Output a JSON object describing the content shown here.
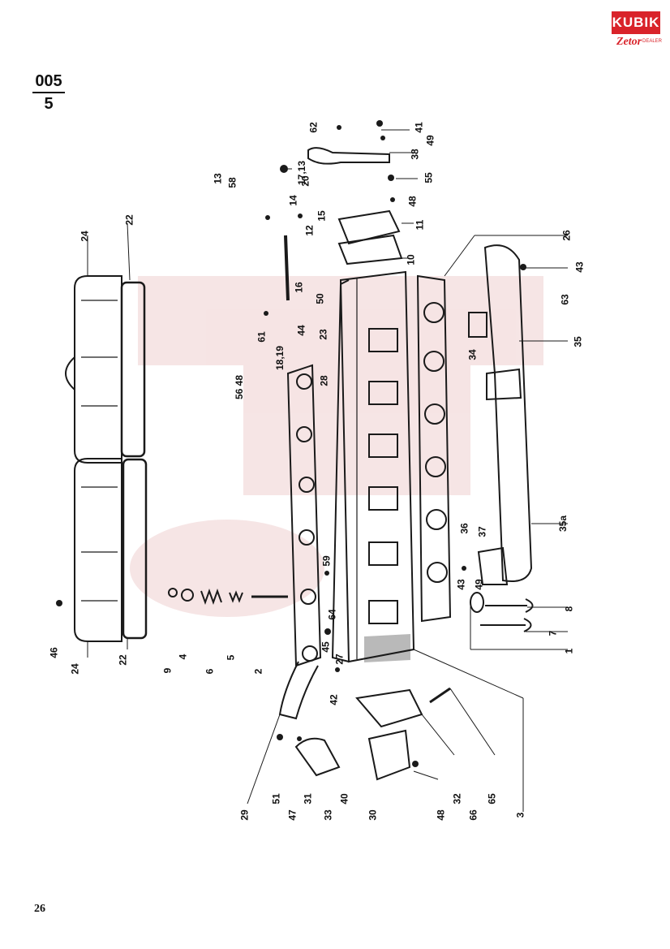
{
  "brand": {
    "top": "KUBIK",
    "bottom": "Zetor",
    "dealer": "DEALER"
  },
  "figure": {
    "code": "005",
    "sheet": "5"
  },
  "page_number": "26",
  "callouts": {
    "c62": "62",
    "c41": "41",
    "c49a": "49",
    "c38": "38",
    "c13a": "13",
    "c58": "58",
    "c13b": "17,13",
    "c20": "20",
    "c55": "55",
    "c48a": "48",
    "c14": "14",
    "c15": "15",
    "c12": "12",
    "c11": "11",
    "c26": "26",
    "c10": "10",
    "c22a": "22",
    "c24a": "24",
    "c16": "16",
    "c50": "50",
    "c43a": "43",
    "c63": "63",
    "c61": "61",
    "c44": "44",
    "c23": "23",
    "c35": "35",
    "c34": "34",
    "c18": "18,19",
    "c28": "28",
    "c5648": "56 48",
    "c59": "59",
    "c36": "36",
    "c37": "37",
    "c35a": "35a",
    "c43b": "43",
    "c49b": "49",
    "c8": "8",
    "c7": "7",
    "c1": "1",
    "c46": "46",
    "c24b": "24",
    "c22b": "22",
    "c9": "9",
    "c4": "4",
    "c6": "6",
    "c5": "5",
    "c2": "2",
    "c64": "64",
    "c45": "45",
    "c27": "27",
    "c42": "42",
    "c29": "29",
    "c51": "51",
    "c47": "47",
    "c31": "31",
    "c33": "33",
    "c40": "40",
    "c30": "30",
    "c48b": "48",
    "c32": "32",
    "c66": "66",
    "c65": "65",
    "c3": "3"
  },
  "colors": {
    "ink": "#1a1a1a",
    "brand_red": "#d9232a",
    "watermark": "#f4dede"
  }
}
